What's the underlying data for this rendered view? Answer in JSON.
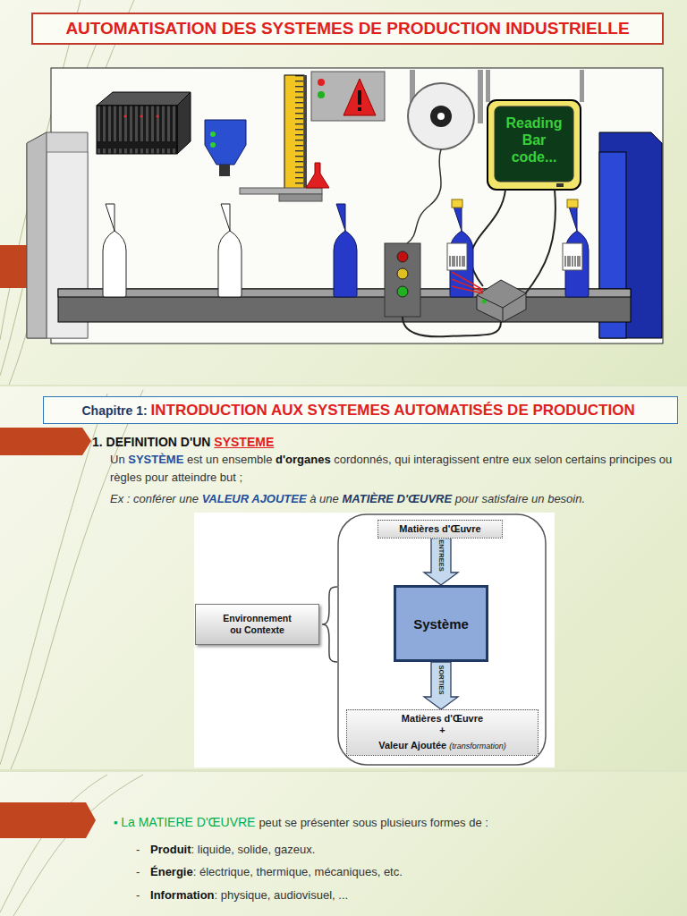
{
  "diagram": {
    "title": "AUTOMATISATION DES SYSTEMES DE PRODUCTION INDUSTRIELLE",
    "nodes": [
      {
        "text": [
          "Matières d'Œuvre"
        ]
      },
      {
        "text": [
          "Système"
        ]
      },
      {
        "text": [
          "Matières d'Œuvre",
          "+",
          "Valeur Ajoutée",
          "(transformation)"
        ]
      },
      {
        "text": [
          "Environnement ou Contexte"
        ]
      }
    ],
    "edges": [
      {
        "from": 0,
        "to": 1,
        "label": "ENTREES",
        "arrow": "to"
      },
      {
        "from": 1,
        "to": 2,
        "label": "SORTIES",
        "arrow": "to"
      }
    ],
    "labels": [
      "Reading Bar code...",
      "Chapitre 1:",
      "INTRODUCTION AUX SYSTEMES AUTOMATISÉS DE PRODUCTION",
      "1. DEFINITION D'UN",
      "SYSTEME",
      "Un",
      "SYSTÈME",
      "est un ensemble",
      "d'organes",
      "cordonnés, qui interagissent entre eux selon certains principes ou règles pour atteindre but ;",
      "Ex : conférer une",
      "VALEUR AJOUTEE",
      "à une",
      "MATIÈRE D'ŒUVRE",
      "pour satisfaire un besoin.",
      "▪",
      "La MATIERE D'ŒUVRE",
      "peut se présenter sous plusieurs formes de :",
      "-",
      "Produit",
      ": liquide, solide, gazeux.",
      "-",
      "Énergie",
      ": électrique, thermique, mécaniques, etc.",
      "-",
      "Information",
      ": physique, audiovisuel, ..."
    ]
  }
}
